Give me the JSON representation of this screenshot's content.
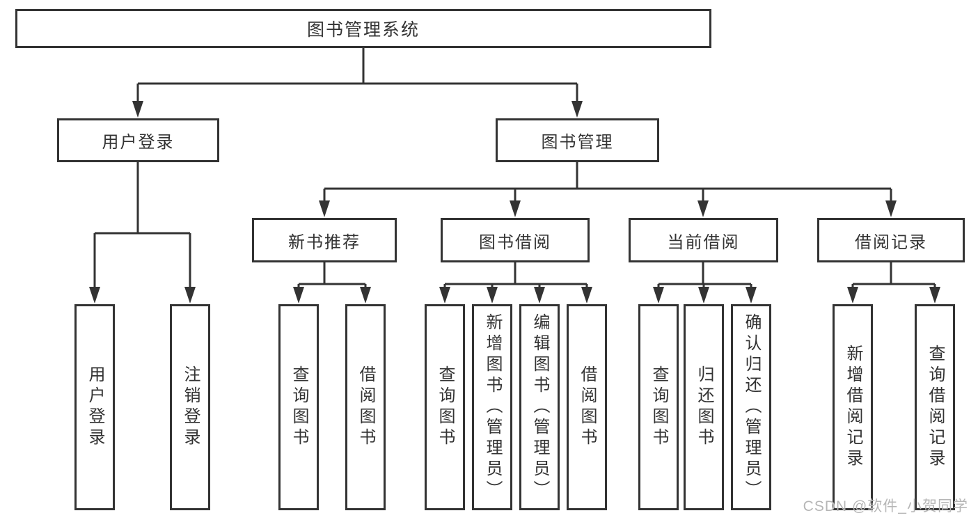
{
  "diagram": {
    "title": "图书管理系统",
    "root": {
      "label": "图书管理系统"
    },
    "level2": [
      {
        "label": "用户登录"
      },
      {
        "label": "图书管理"
      }
    ],
    "level3": [
      {
        "label": "新书推荐",
        "parent": "图书管理"
      },
      {
        "label": "图书借阅",
        "parent": "图书管理"
      },
      {
        "label": "当前借阅",
        "parent": "图书管理"
      },
      {
        "label": "借阅记录",
        "parent": "图书管理"
      }
    ],
    "leaves": [
      {
        "label": "用户登录",
        "parent": "用户登录"
      },
      {
        "label": "注销登录",
        "parent": "用户登录"
      },
      {
        "label": "查询图书",
        "parent": "新书推荐"
      },
      {
        "label": "借阅图书",
        "parent": "新书推荐"
      },
      {
        "label": "查询图书",
        "parent": "图书借阅"
      },
      {
        "label": "新增图书（管理员）",
        "parent": "图书借阅"
      },
      {
        "label": "编辑图书（管理员）",
        "parent": "图书借阅"
      },
      {
        "label": "借阅图书",
        "parent": "图书借阅"
      },
      {
        "label": "查询图书",
        "parent": "当前借阅"
      },
      {
        "label": "归还图书",
        "parent": "当前借阅"
      },
      {
        "label": "确认归还（管理员）",
        "parent": "当前借阅"
      },
      {
        "label": "新增借阅记录",
        "parent": "借阅记录"
      },
      {
        "label": "查询借阅记录",
        "parent": "借阅记录"
      }
    ]
  },
  "watermark": "CSDN @软件_小贺同学",
  "colors": {
    "background": "#ffffff",
    "box_border": "#333333",
    "text": "#333333",
    "connector_line": "#333333",
    "watermark": "#b6b6b6"
  }
}
